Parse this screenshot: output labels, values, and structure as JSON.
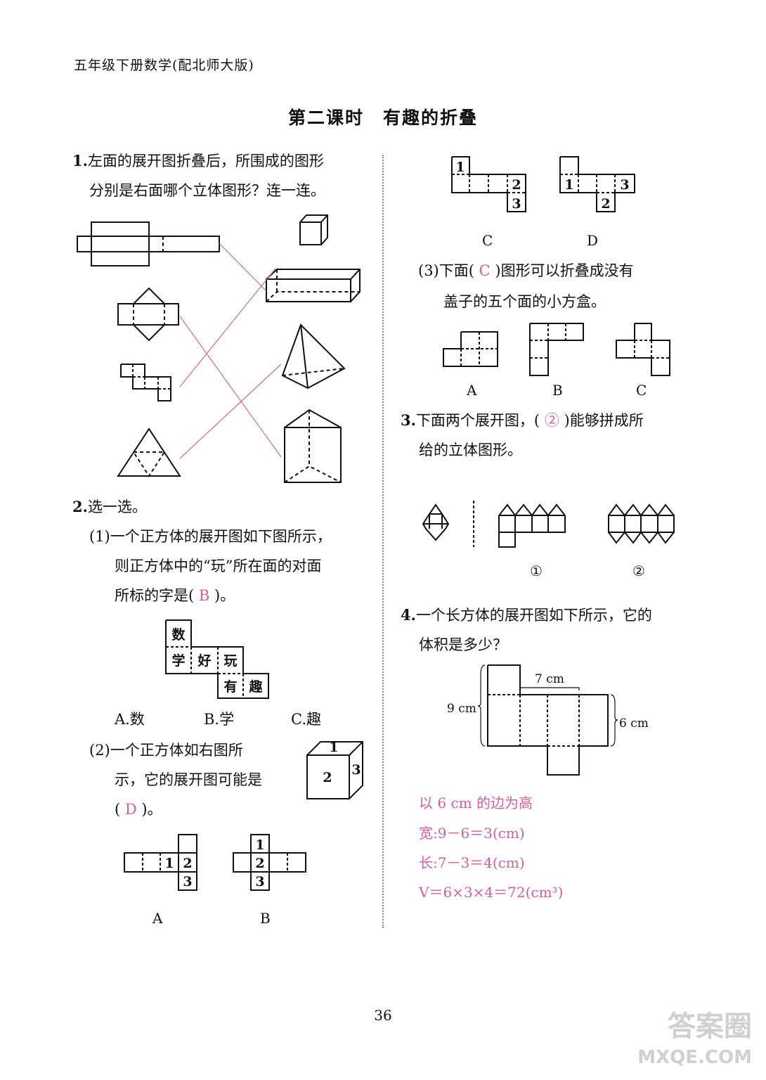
{
  "header": "五年级下册数学(配北师大版)",
  "title": "第二课时　有趣的折叠",
  "q1": {
    "number": "1.",
    "line1": "左面的展开图折叠后，所围成的图形",
    "line2": "分别是右面哪个立体图形？连一连。"
  },
  "q2": {
    "number": "2.",
    "intro": "选一选。",
    "p1": {
      "line1": "(1)一个正方体的展开图如下图所示，",
      "line2": "则正方体中的“玩”所在面的对面",
      "line3_pre": "所标的字是(",
      "answer": "B",
      "line3_post": ")。",
      "net_chars": [
        "数",
        "学",
        "好",
        "玩",
        "有",
        "趣"
      ],
      "options": [
        "A.数",
        "B.学",
        "C.趣"
      ]
    },
    "p2": {
      "line1": "(2)一个正方体如右图所",
      "line2": "示，它的展开图可能是",
      "line3_pre": "(",
      "answer": "D",
      "line3_post": ")。",
      "cube_faces": [
        "1",
        "2",
        "3"
      ],
      "option_labels": [
        "A",
        "B",
        "C",
        "D"
      ]
    },
    "p3": {
      "line1_pre": "(3)下面(",
      "answer": "C",
      "line1_post": ")图形可以折叠成没有",
      "line2": "盖子的五个面的小方盒。",
      "option_labels": [
        "A",
        "B",
        "C"
      ]
    }
  },
  "q3": {
    "number": "3.",
    "line1_pre": "下面两个展开图，(",
    "answer": "②",
    "line1_post": ")能够拼成所",
    "line2": "给的立体图形。",
    "option_labels": [
      "①",
      "②"
    ]
  },
  "q4": {
    "number": "4.",
    "line1": "一个长方体的展开图如下所示，它的",
    "line2": "体积是多少？",
    "dims": {
      "top": "7 cm",
      "left": "9 cm",
      "right": "6 cm"
    },
    "solution": [
      "以 6 cm 的边为高",
      "宽:9－6＝3(cm)",
      "长:7－3＝4(cm)",
      "V＝6×3×4＝72(cm³)"
    ]
  },
  "page_number": "36",
  "watermark": [
    "答案圈",
    "MXQE.COM"
  ]
}
